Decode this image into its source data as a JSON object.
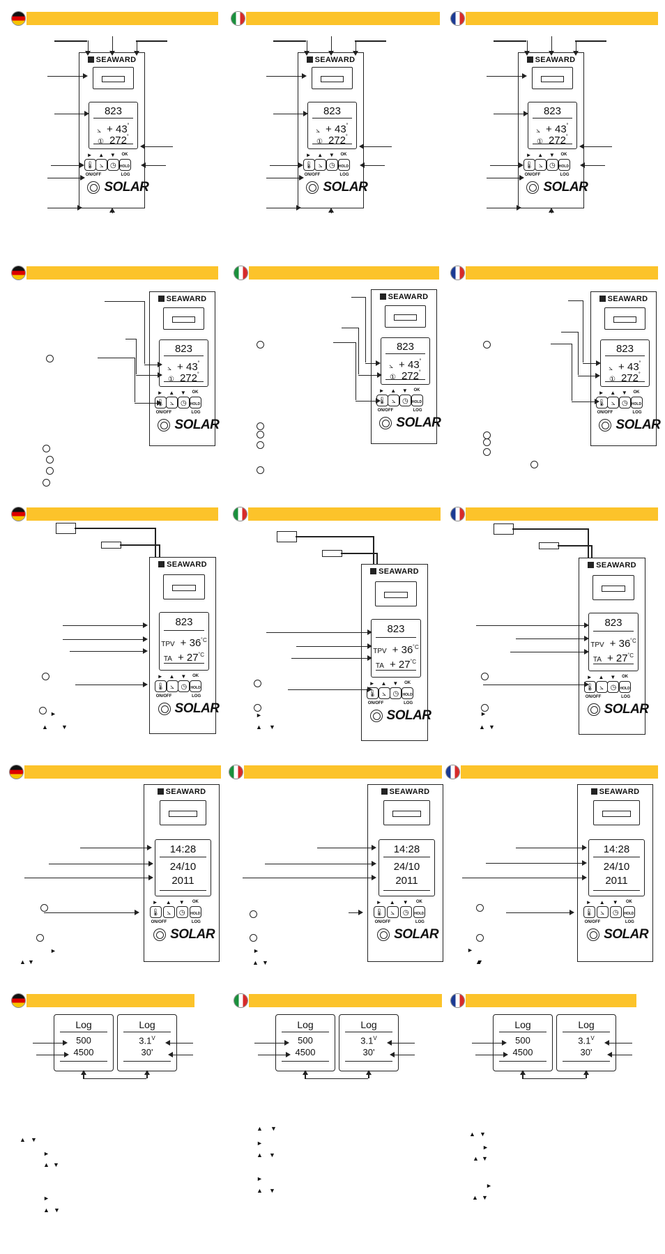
{
  "brand": "SEAWARD",
  "product": "SOLAR",
  "key_labels": {
    "onoff": "ON/OFF",
    "ok": "OK",
    "log": "LOG",
    "hold": "HOLD"
  },
  "icons": [
    "flag-de-icon",
    "flag-it-icon",
    "flag-fr-icon",
    "thermometer-icon",
    "angle-icon",
    "clock-icon",
    "hold-icon",
    "sun-logo-icon"
  ],
  "colors": {
    "header_bar": "#fcc32a"
  },
  "display_irradiance": {
    "value": "823",
    "angle_label": "⦣",
    "angle_value": "+ 43",
    "angle_unit": "˚",
    "compass_label": "①",
    "compass_value": "272",
    "compass_unit": "˚"
  },
  "display_temperature": {
    "value": "823",
    "tpv_label": "TPV",
    "tpv_value": "+  36",
    "tpv_unit": "˚C",
    "ta_label": "TA",
    "ta_value": "+  27",
    "ta_unit": "˚C"
  },
  "display_clock": {
    "time": "14:28",
    "date": "24/10",
    "year": "2011"
  },
  "log_screen_1": {
    "title": "Log",
    "row1": "500",
    "row2": "4500"
  },
  "log_screen_2": {
    "title": "Log",
    "row1": "3.1",
    "row1_unit": "V",
    "row2": "30'"
  }
}
